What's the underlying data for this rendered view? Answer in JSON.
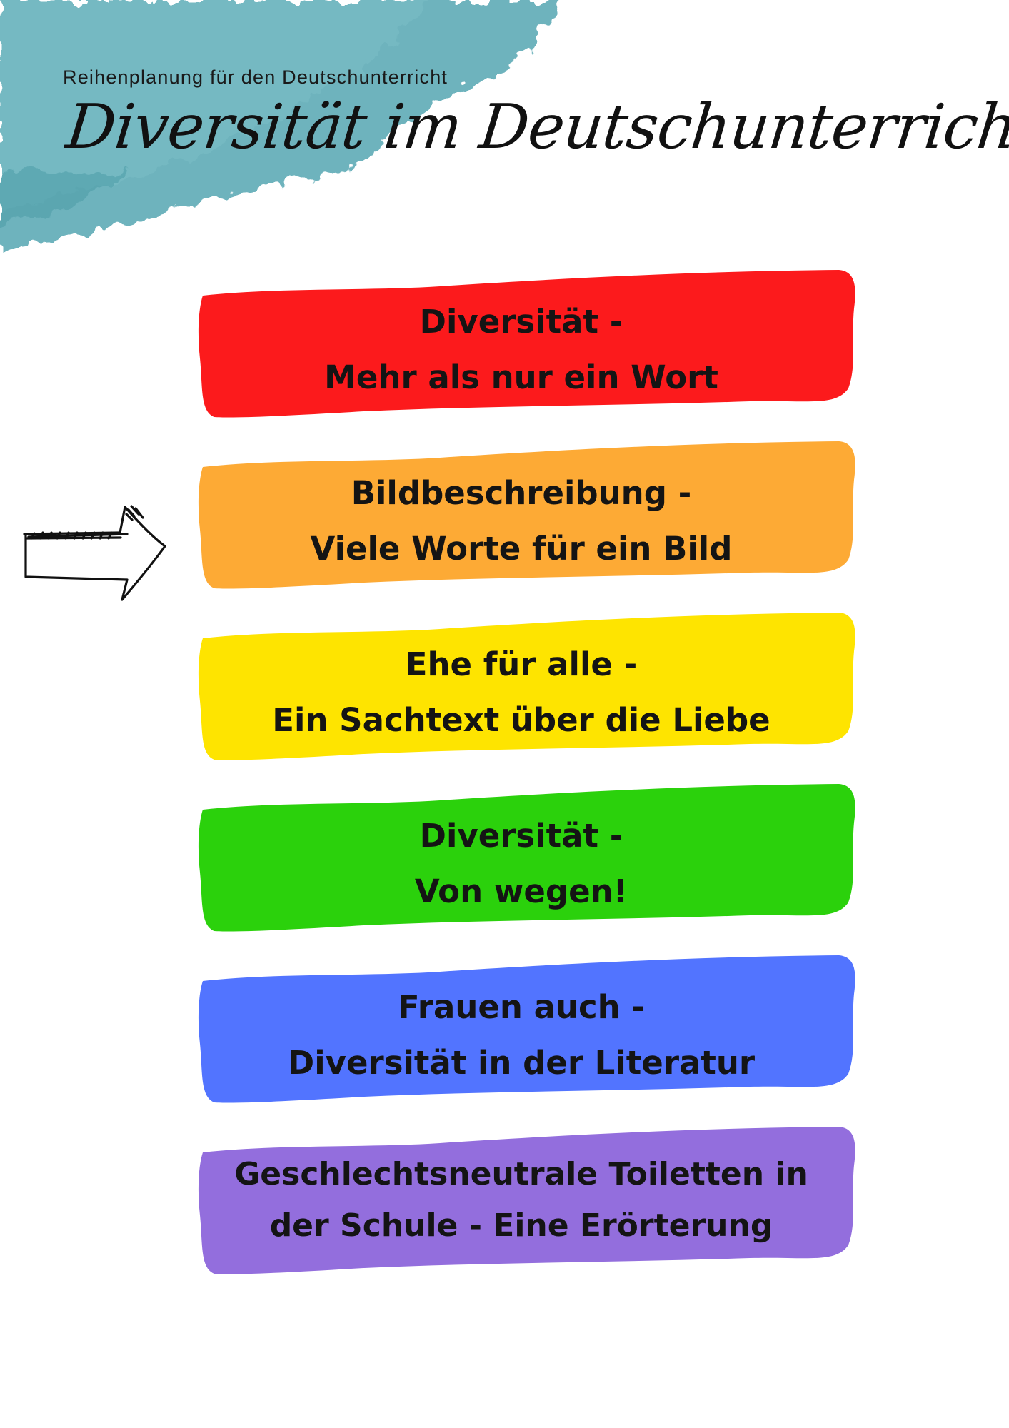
{
  "header": {
    "subtitle": "Reihenplanung für den Deutschunterricht",
    "title": "Diversität im Deutschunterricht",
    "splash_color": "#5aa9b4"
  },
  "current_marker": {
    "icon": "arrow-right-icon",
    "points_to_item": 2
  },
  "items": [
    {
      "line1": "Diversität -",
      "line2": "Mehr als nur ein Wort",
      "color": "#fc1a1c"
    },
    {
      "line1": "Bildbeschreibung -",
      "line2": "Viele Worte für ein Bild",
      "color": "#fdaa35"
    },
    {
      "line1": "Ehe für alle -",
      "line2": "Ein Sachtext über die Liebe",
      "color": "#fee400"
    },
    {
      "line1": "Diversität -",
      "line2": "Von wegen!",
      "color": "#2bd10c"
    },
    {
      "line1": "Frauen auch -",
      "line2": "Diversität in der Literatur",
      "color": "#5274ff"
    },
    {
      "line1": "Geschlechtsneutrale Toiletten in",
      "line2": "der Schule - Eine Erörterung",
      "color": "#936edd"
    }
  ]
}
